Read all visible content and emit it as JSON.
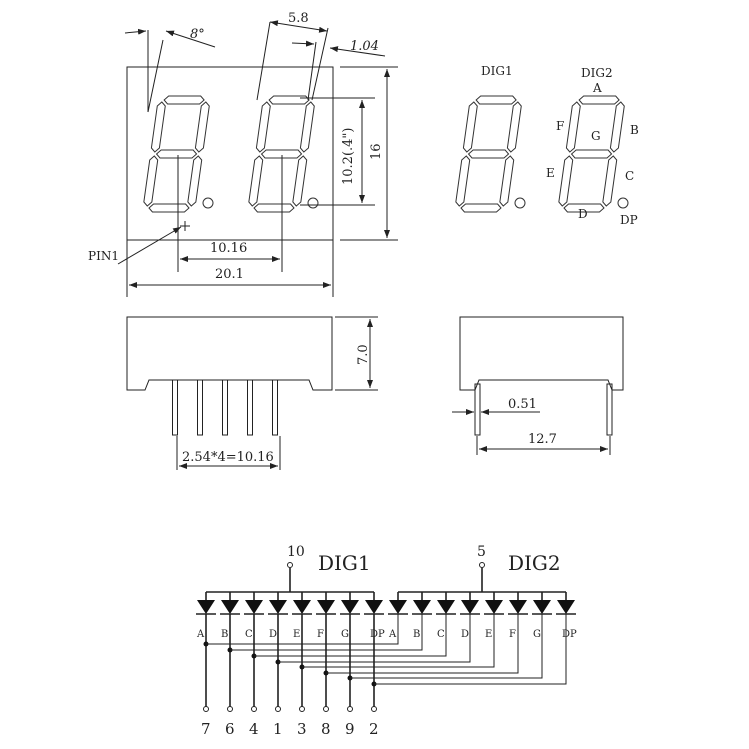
{
  "front_view": {
    "angle_label": "8°",
    "segment_width_label": "5.8",
    "segment_thickness_label": "1.04",
    "digit_height_label": "10.2(.4\")",
    "body_height_label": "16",
    "pin_span_label": "10.16",
    "body_width_label": "20.1",
    "pin1_label": "PIN1"
  },
  "segment_map": {
    "dig1_label": "DIG1",
    "dig2_label": "DIG2",
    "segments": [
      "A",
      "B",
      "C",
      "D",
      "E",
      "F",
      "G",
      "DP"
    ]
  },
  "side_view": {
    "pitch_label": "2.54*4=10.16",
    "height_label": "7.0"
  },
  "end_view": {
    "pin_width_label": "0.51",
    "row_spacing_label": "12.7"
  },
  "schematic": {
    "dig1_label": "DIG1",
    "dig2_label": "DIG2",
    "dig1_common_pin": "10",
    "dig2_common_pin": "5",
    "segment_labels": [
      "A",
      "B",
      "C",
      "D",
      "E",
      "F",
      "G",
      "DP"
    ],
    "segment_pins": [
      "7",
      "6",
      "4",
      "1",
      "3",
      "8",
      "9",
      "2"
    ]
  }
}
